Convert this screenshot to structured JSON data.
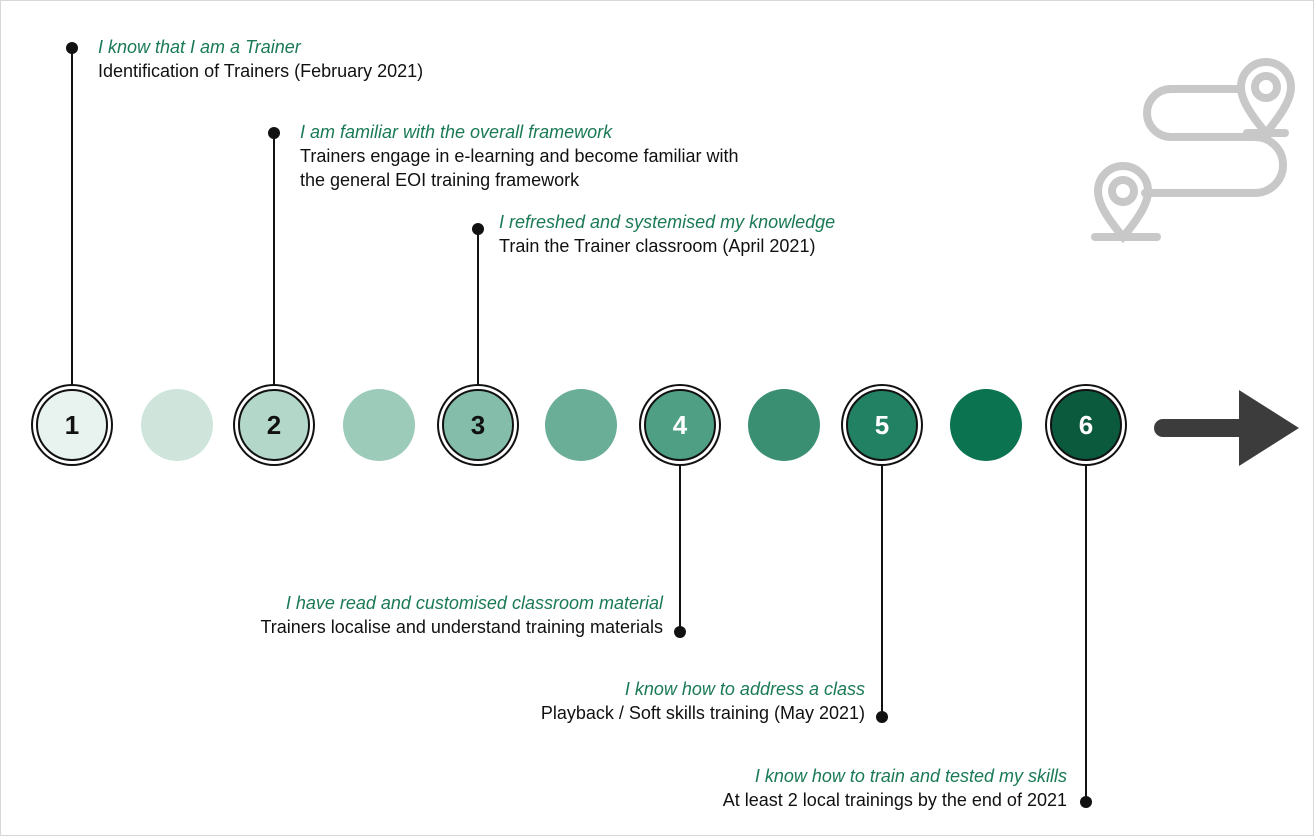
{
  "steps": [
    {
      "number": "1",
      "heading": "I know that I am a Trainer",
      "lines": [
        "Identification of Trainers (February 2021)"
      ]
    },
    {
      "number": "2",
      "heading": "I am familiar with the overall framework",
      "lines": [
        "Trainers engage in e-learning and become familiar with",
        "the general EOI training framework"
      ]
    },
    {
      "number": "3",
      "heading": "I refreshed and systemised my knowledge",
      "lines": [
        "Train the Trainer classroom (April 2021)"
      ]
    },
    {
      "number": "4",
      "heading": "I have read and customised classroom material",
      "lines": [
        "Trainers localise and understand training materials"
      ]
    },
    {
      "number": "5",
      "heading": "I know how to address a class",
      "lines": [
        "Playback / Soft skills training (May 2021)"
      ]
    },
    {
      "number": "6",
      "heading": "I know how to train and tested my skills",
      "lines": [
        "At least 2 local trainings by the end of 2021"
      ]
    }
  ],
  "colors": {
    "heading": "#1a7a55",
    "circle_fills": [
      "#e8f2ee",
      "#cfe5dc",
      "#b3d8c9",
      "#9ccbba",
      "#84bdaa",
      "#6aae97",
      "#4f9f85",
      "#3a8f73",
      "#238163",
      "#0b7350",
      "#0c5a3e"
    ],
    "arrow": "#3c3c3c",
    "map_icon": "#c8c8c8"
  },
  "icons": {
    "arrow": "right-arrow-icon",
    "map": "route-map-pins-icon"
  }
}
